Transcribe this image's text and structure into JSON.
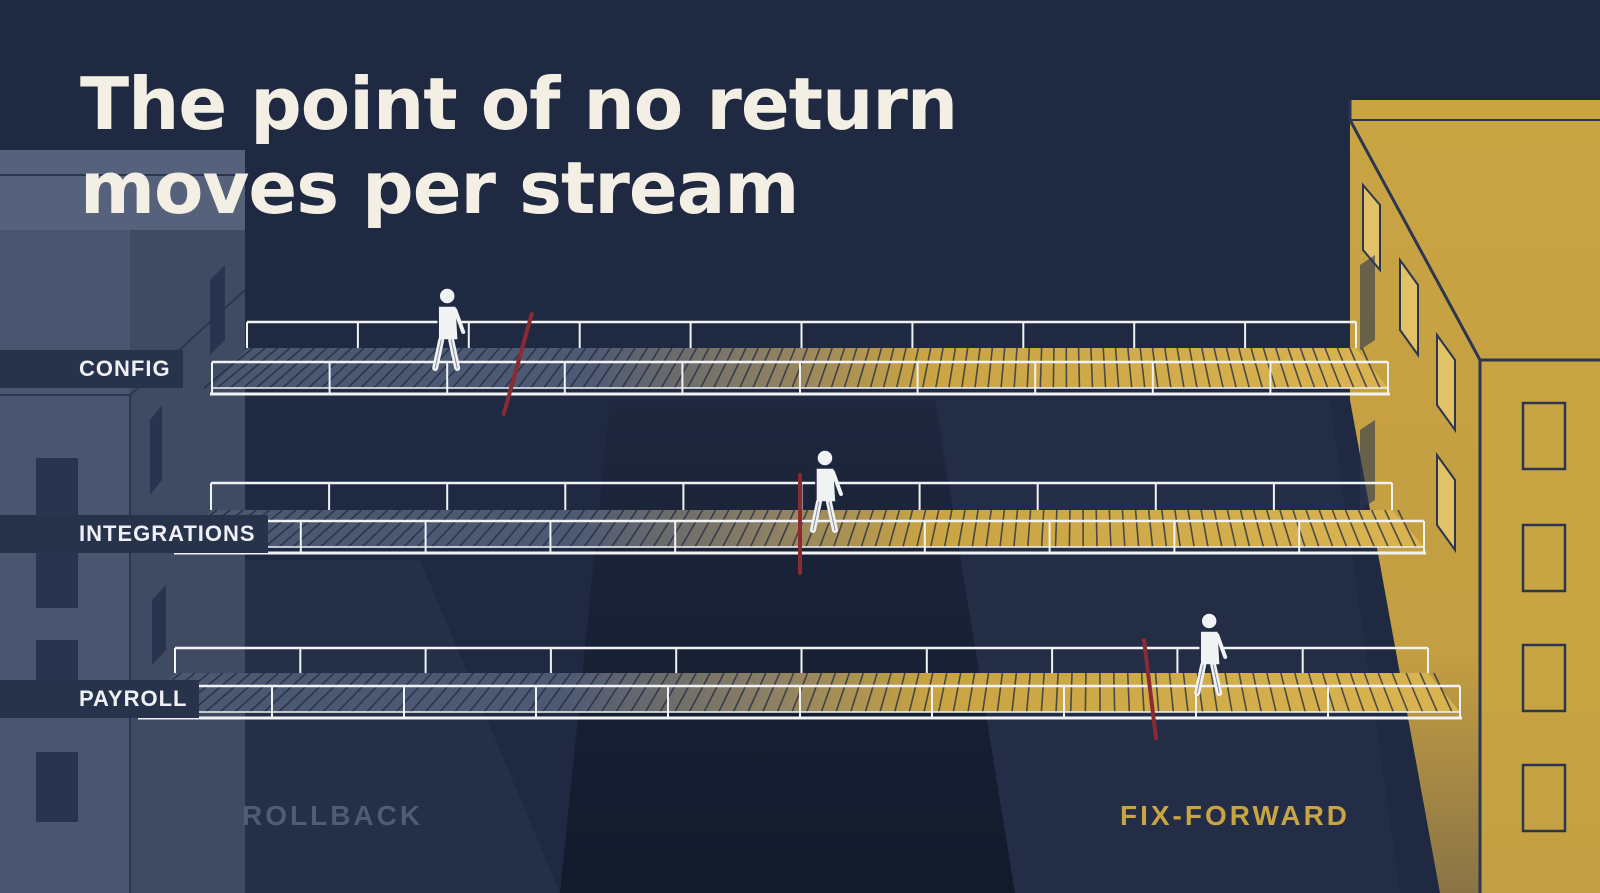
{
  "title": {
    "line1": "The point of no return",
    "line2": "moves per stream"
  },
  "streams": [
    {
      "id": "config",
      "label": "CONFIG",
      "cutoff": 0.26,
      "walker": 0.2
    },
    {
      "id": "integrations",
      "label": "INTEGRATIONS",
      "cutoff": 0.5,
      "walker": 0.52
    },
    {
      "id": "payroll",
      "label": "PAYROLL",
      "cutoff": 0.75,
      "walker": 0.81
    }
  ],
  "zones": {
    "left": "ROLLBACK",
    "right": "FIX-FORWARD"
  },
  "colors": {
    "background": "#1f2a42",
    "rollback": "#4f5c76",
    "fix_forward": "#c9a443",
    "cutoff_line": "#8c2a32",
    "rail": "#f1f2f4"
  }
}
